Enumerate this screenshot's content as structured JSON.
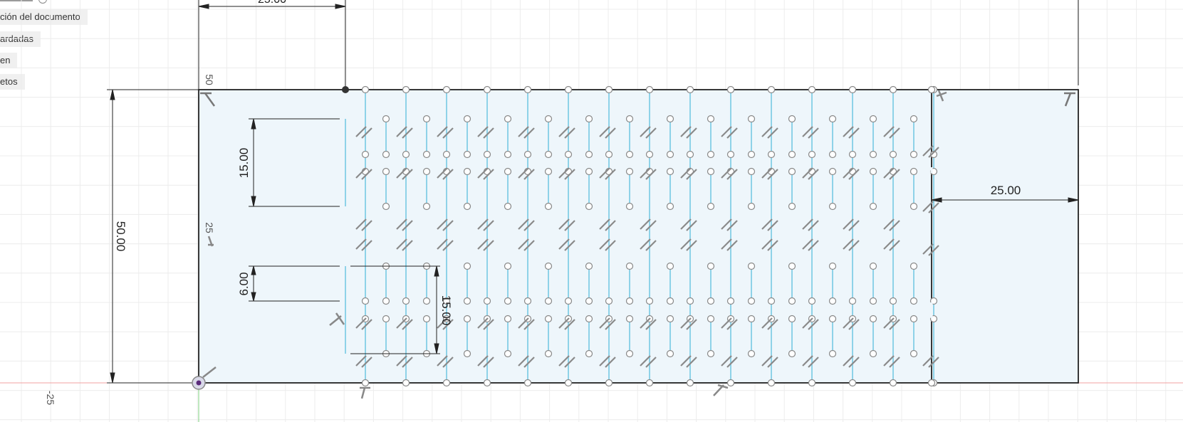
{
  "browser": {
    "items": [
      {
        "label": "ción del documento"
      },
      {
        "label": "ardadas"
      },
      {
        "label": "en"
      },
      {
        "label": "etos"
      }
    ]
  },
  "dimensions": {
    "top_width": "25.00",
    "height": "50.00",
    "spacing_top": "15.00",
    "hole_size": "6.00",
    "spacing_vertical": "15.00",
    "right_width": "25.00"
  },
  "axis_labels": {
    "y50": "50",
    "y25": "25",
    "x_neg25": "-25"
  },
  "colors": {
    "sketch_fill": "#eef6fb",
    "sketch_line": "#222222",
    "construction_line": "#5bc0de",
    "grid": "#e4e4e4",
    "x_axis": "#f2a0a0",
    "y_axis": "#7fd07f"
  }
}
